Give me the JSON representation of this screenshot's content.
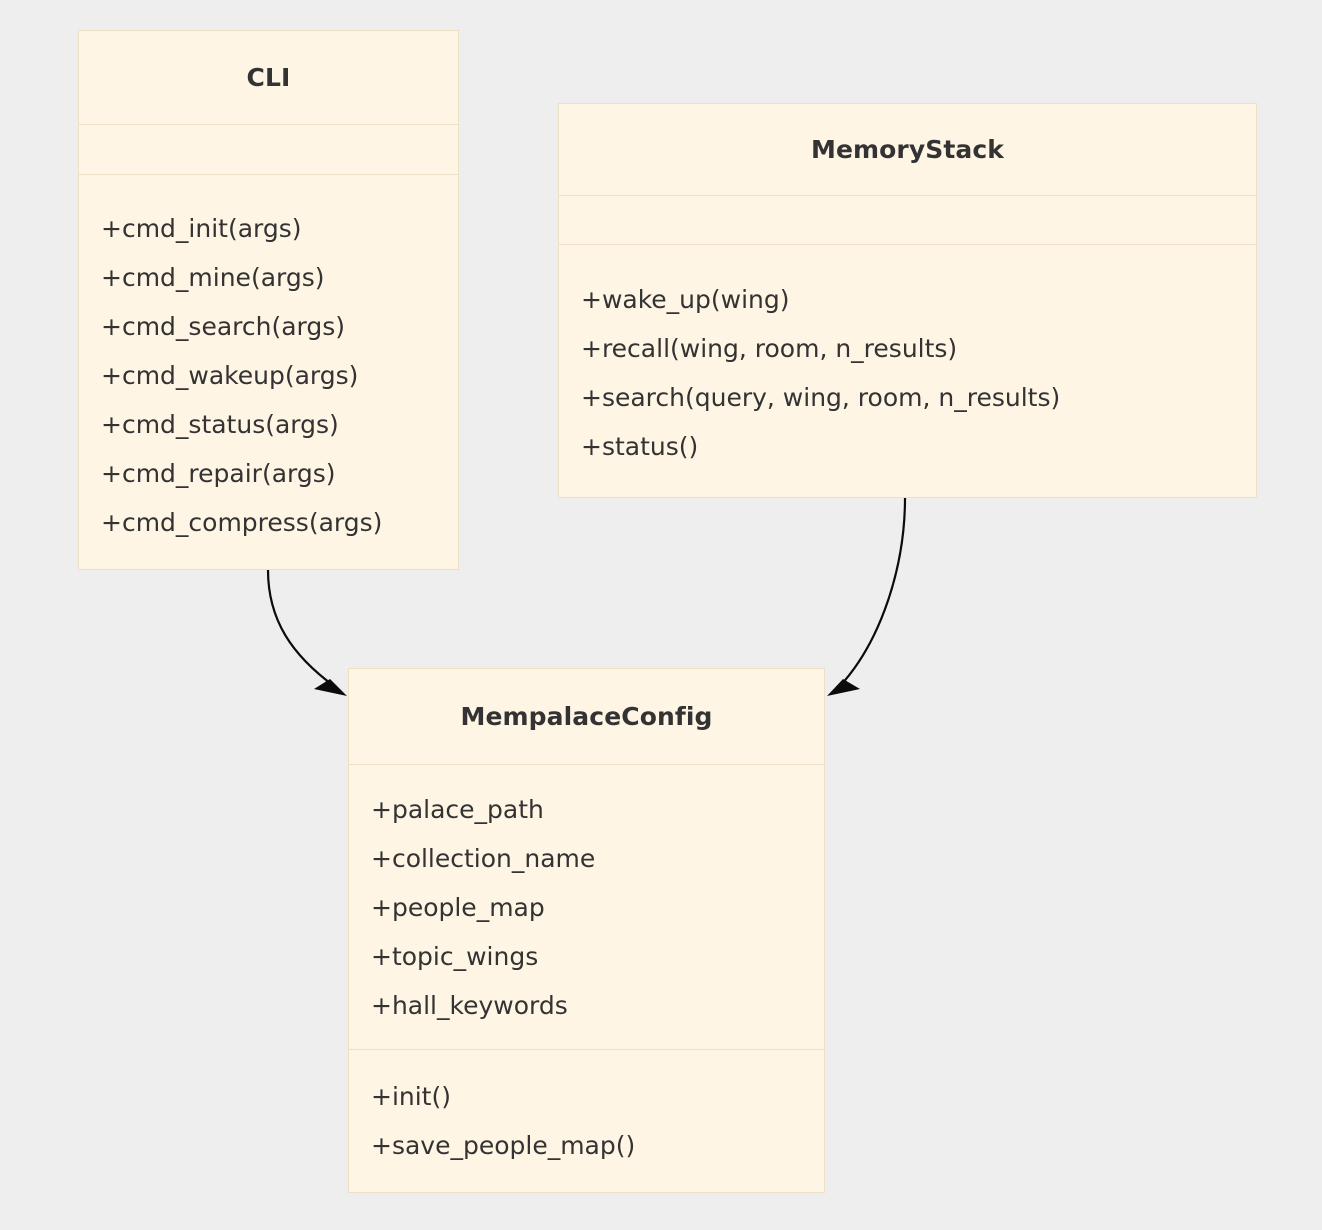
{
  "diagram": {
    "kind": "uml-class-diagram",
    "background_color": "#eeeeee",
    "box_fill_color": "#fff5e5",
    "box_border_color": "#ece0c6",
    "text_color": "#333333",
    "edge_color": "#0b0b0b"
  },
  "classes": [
    {
      "id": "cli",
      "name": "CLI",
      "attributes": [],
      "methods": [
        "+cmd_init(args)",
        "+cmd_mine(args)",
        "+cmd_search(args)",
        "+cmd_wakeup(args)",
        "+cmd_status(args)",
        "+cmd_repair(args)",
        "+cmd_compress(args)"
      ]
    },
    {
      "id": "memorystack",
      "name": "MemoryStack",
      "attributes": [],
      "methods": [
        "+wake_up(wing)",
        "+recall(wing, room, n_results)",
        "+search(query, wing, room, n_results)",
        "+status()"
      ]
    },
    {
      "id": "mempalaceconfig",
      "name": "MempalaceConfig",
      "attributes": [
        "+palace_path",
        "+collection_name",
        "+people_map",
        "+topic_wings",
        "+hall_keywords"
      ],
      "methods": [
        "+init()",
        "+save_people_map()"
      ]
    }
  ],
  "relationships": [
    {
      "id": "cli-to-config",
      "from": "CLI",
      "to": "MempalaceConfig",
      "arrow": "open-arrow",
      "style": "curved-solid"
    },
    {
      "id": "memorystack-to-config",
      "from": "MemoryStack",
      "to": "MempalaceConfig",
      "arrow": "open-arrow",
      "style": "curved-solid"
    }
  ]
}
